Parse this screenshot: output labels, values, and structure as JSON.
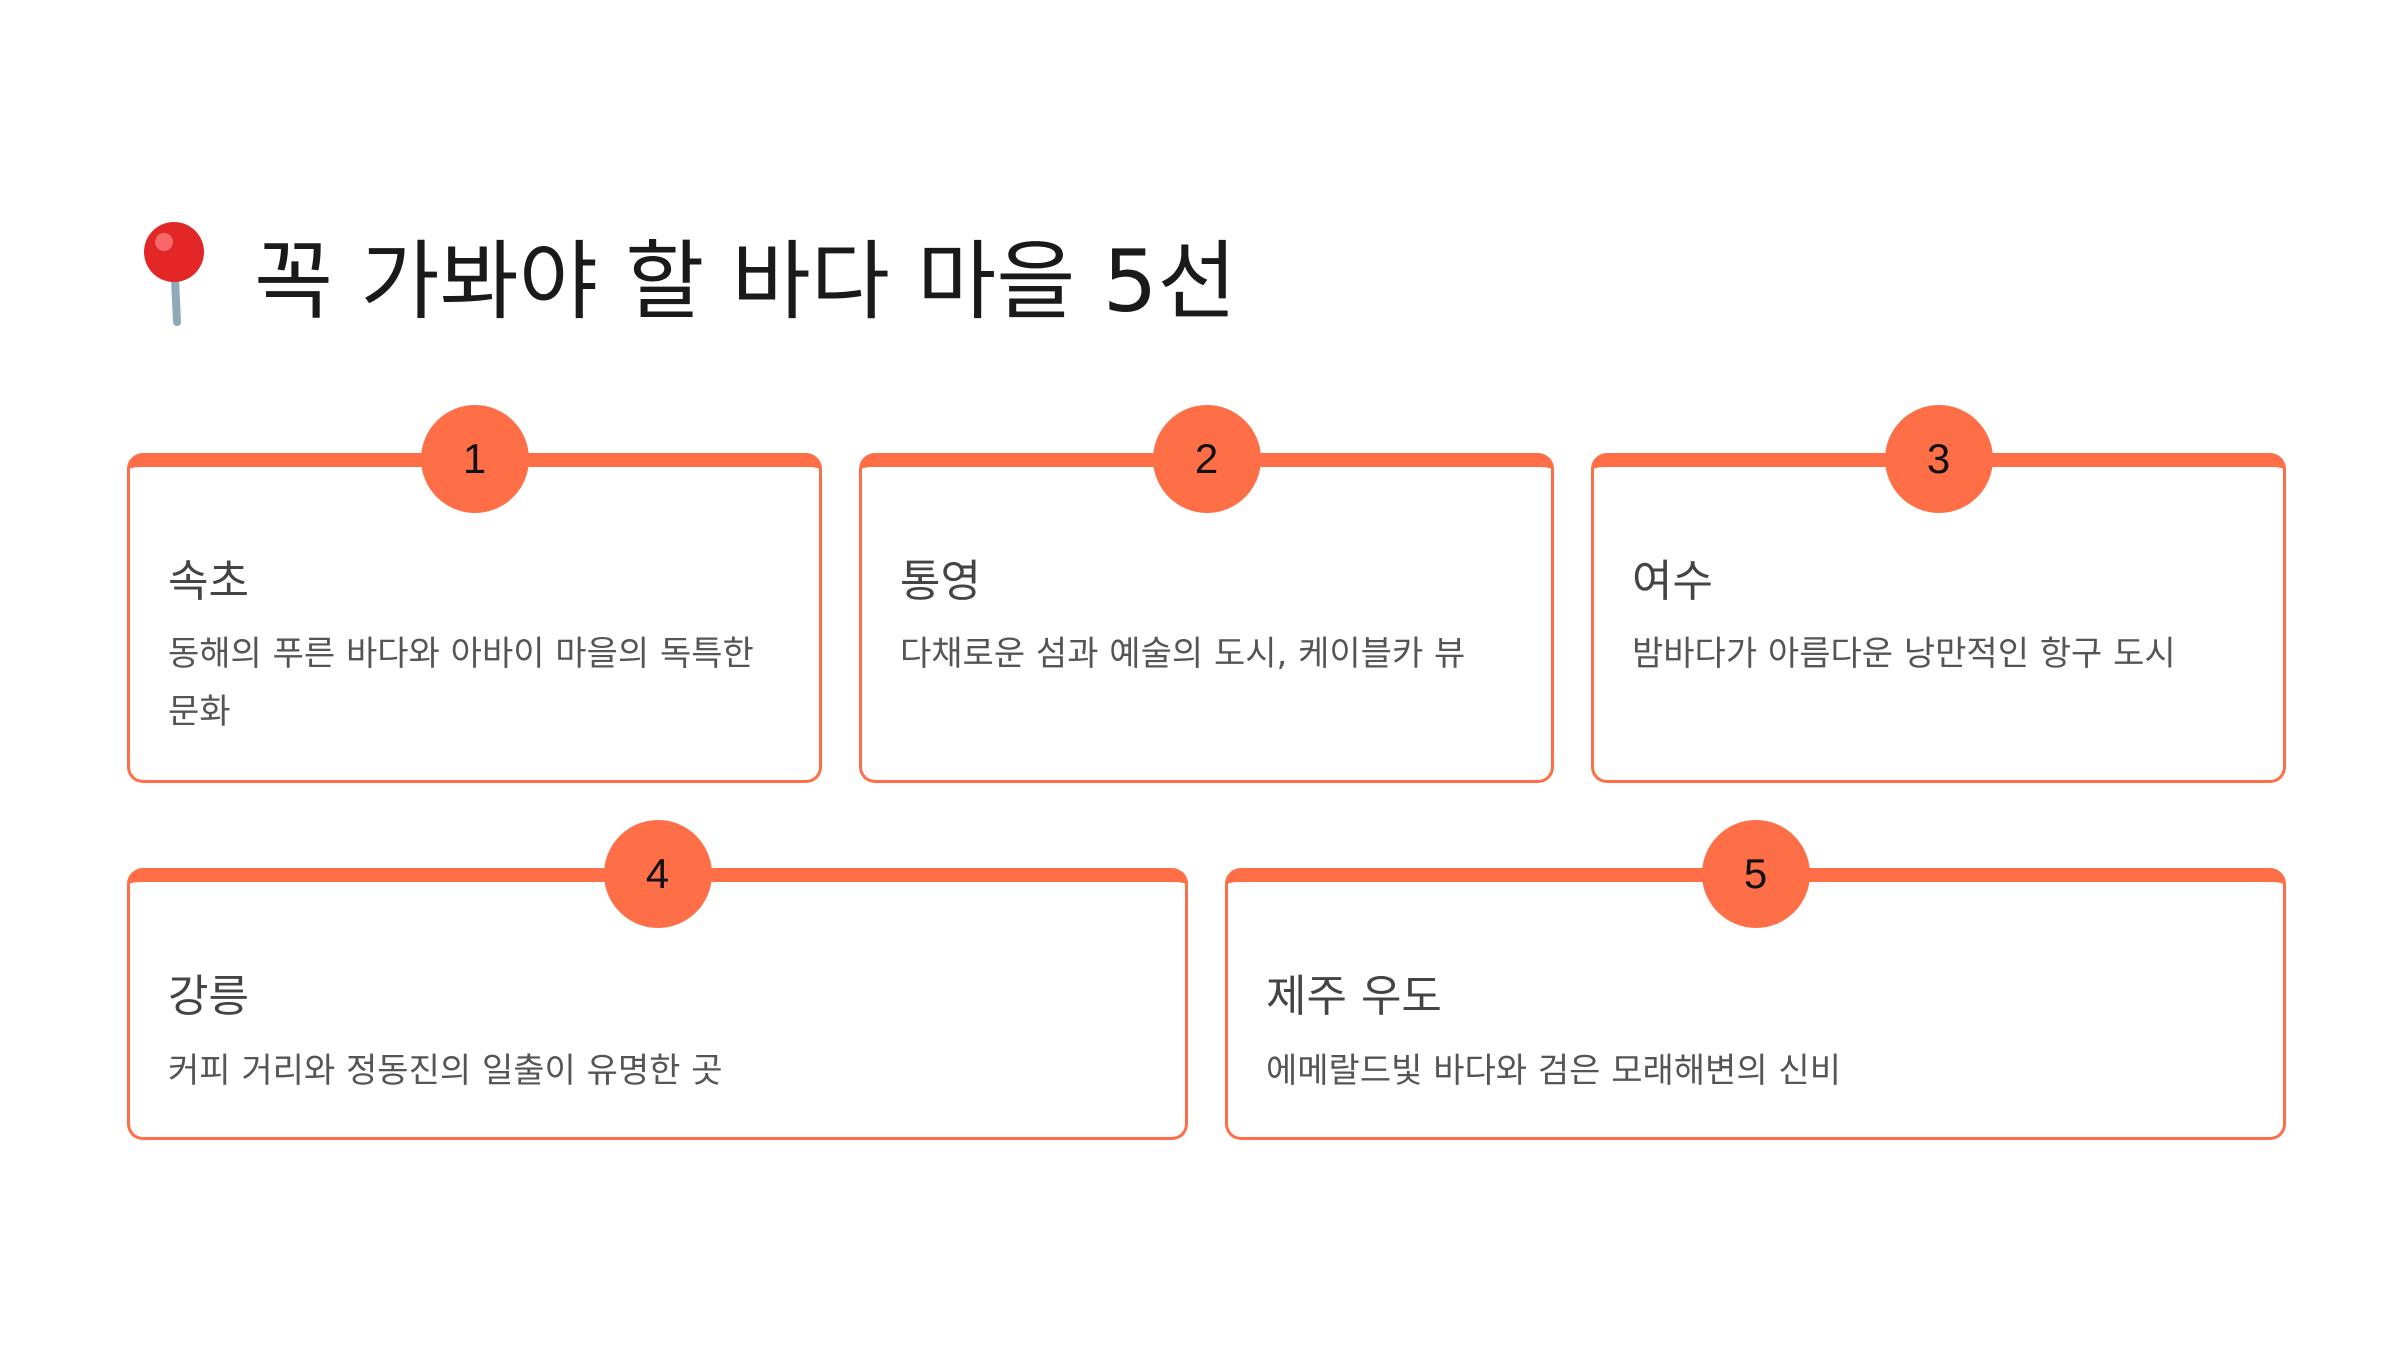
{
  "header": {
    "title": "꼭 가봐야 할 바다 마을 5선",
    "icon": "round-pushpin-icon"
  },
  "colors": {
    "accent": "#ff6f47",
    "background": "#ffffff",
    "title_text": "#1a1a1a",
    "body_text": "#555555"
  },
  "places": [
    {
      "number": "1",
      "name": "속초",
      "description": "동해의 푸른 바다와 아바이 마을의 독특한 문화"
    },
    {
      "number": "2",
      "name": "통영",
      "description": "다채로운 섬과 예술의 도시, 케이블카 뷰"
    },
    {
      "number": "3",
      "name": "여수",
      "description": "밤바다가 아름다운 낭만적인 항구 도시"
    },
    {
      "number": "4",
      "name": "강릉",
      "description": "커피 거리와 정동진의 일출이 유명한 곳"
    },
    {
      "number": "5",
      "name": "제주 우도",
      "description": "에메랄드빛 바다와 검은 모래해변의 신비"
    }
  ]
}
